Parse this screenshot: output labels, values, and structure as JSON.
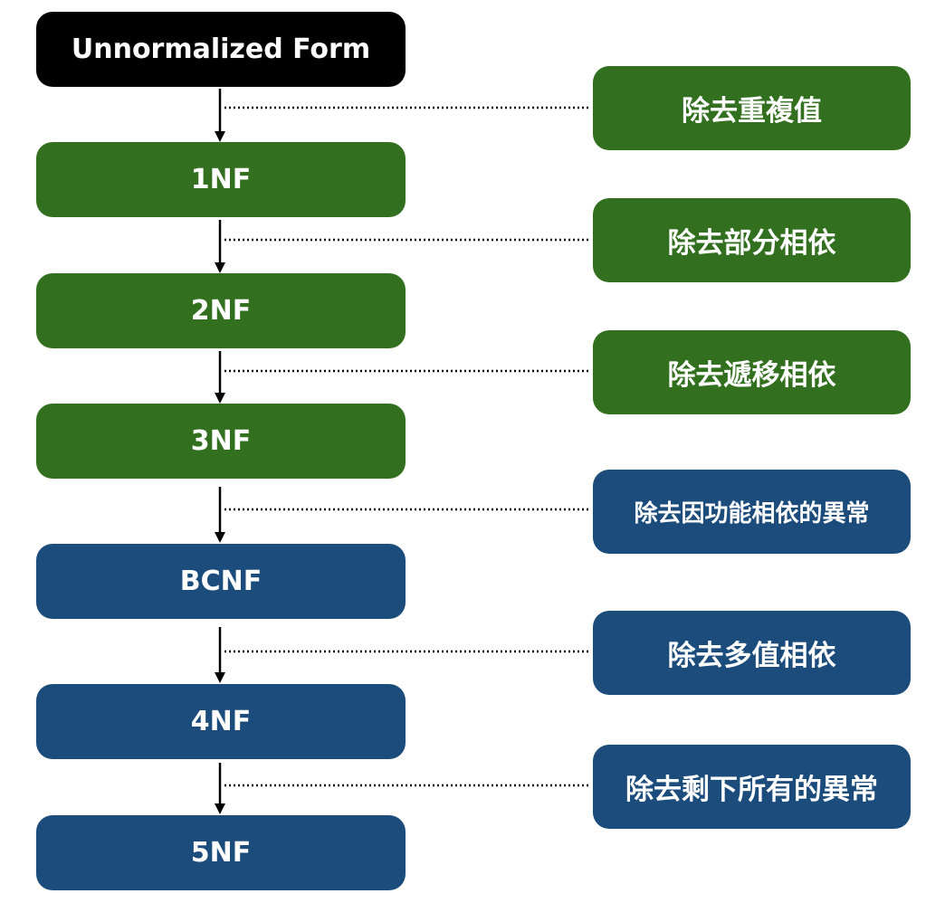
{
  "forms": [
    {
      "label": "Unnormalized Form",
      "color": "#000000"
    },
    {
      "label": "1NF",
      "color": "#32701f"
    },
    {
      "label": "2NF",
      "color": "#32701f"
    },
    {
      "label": "3NF",
      "color": "#32701f"
    },
    {
      "label": "BCNF",
      "color": "#1c4c7c"
    },
    {
      "label": "4NF",
      "color": "#1c4c7c"
    },
    {
      "label": "5NF",
      "color": "#1c4c7c"
    }
  ],
  "steps": [
    {
      "label": "除去重複值",
      "color": "#32701f"
    },
    {
      "label": "除去部分相依",
      "color": "#32701f"
    },
    {
      "label": "除去遞移相依",
      "color": "#32701f"
    },
    {
      "label": "除去因功能相依的異常",
      "color": "#1c4c7c"
    },
    {
      "label": "除去多值相依",
      "color": "#1c4c7c"
    },
    {
      "label": "除去剩下所有的異常",
      "color": "#1c4c7c"
    }
  ]
}
